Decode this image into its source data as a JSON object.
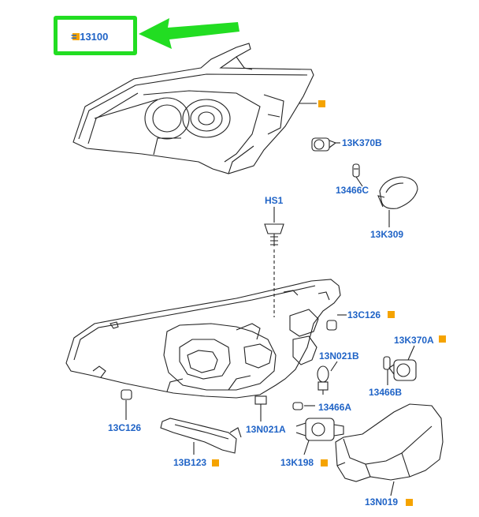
{
  "legend": {
    "separator": "=",
    "code": "13100",
    "marker_color": "#f5a300",
    "frame_color": "#22dd22"
  },
  "labels": {
    "13K370B": "13K370B",
    "13466C": "13466C",
    "13K309": "13K309",
    "HS1": "HS1",
    "13C126_right": "13C126",
    "13N021B": "13N021B",
    "13K370A": "13K370A",
    "13466B": "13466B",
    "13466A": "13466A",
    "13N021A": "13N021A",
    "13C126_left": "13C126",
    "13B123": "13B123",
    "13K198": "13K198",
    "13N019": "13N019"
  },
  "colors": {
    "label": "#1f63c6",
    "marker": "#f5a300",
    "line": "#222222"
  }
}
